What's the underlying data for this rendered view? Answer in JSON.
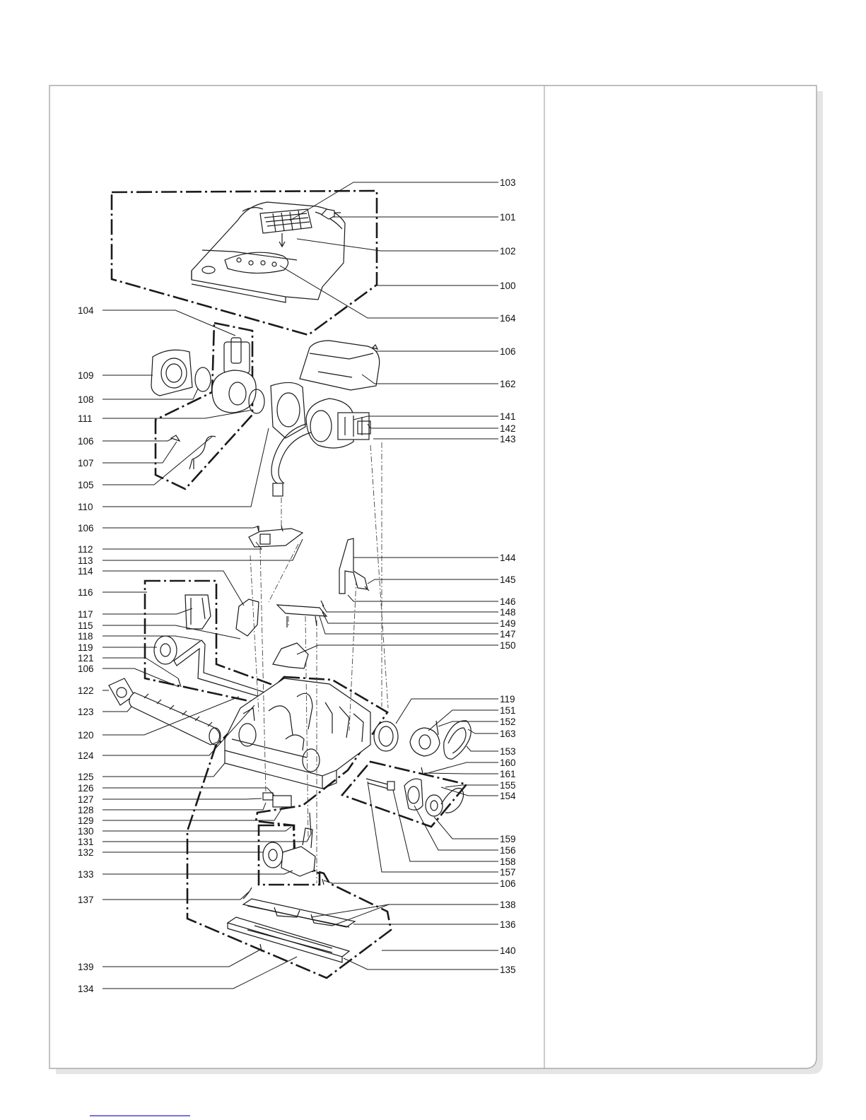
{
  "labels_left": [
    "104",
    "109",
    "108",
    "111",
    "106",
    "107",
    "105",
    "110",
    "106",
    "112",
    "113",
    "114",
    "116",
    "117",
    "115",
    "118",
    "119",
    "121",
    "106",
    "122",
    "123",
    "120",
    "124",
    "125",
    "126",
    "127",
    "128",
    "129",
    "130",
    "131",
    "132",
    "133",
    "137",
    "139",
    "134"
  ],
  "labels_right": [
    "103",
    "101",
    "102",
    "100",
    "164",
    "106",
    "162",
    "141",
    "142",
    "143",
    "144",
    "145",
    "146",
    "148",
    "149",
    "147",
    "150",
    "119",
    "151",
    "152",
    "163",
    "153",
    "160",
    "161",
    "155",
    "154",
    "159",
    "156",
    "158",
    "157",
    "106",
    "138",
    "136",
    "140",
    "135"
  ],
  "colors": {
    "frame": "#a9a9a9",
    "ink": "#1a1a1a",
    "footer_link": "#2222cc"
  }
}
